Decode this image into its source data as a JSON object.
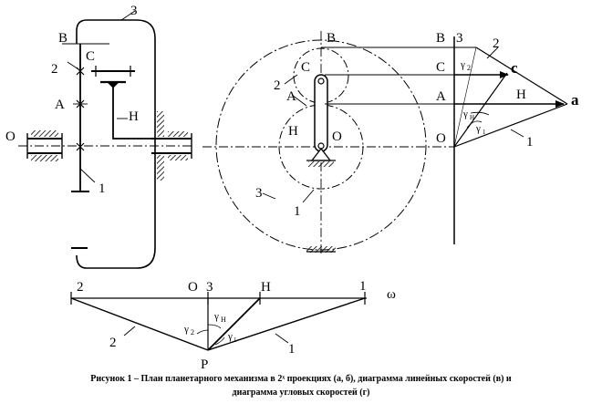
{
  "labels": {
    "a_3": "3",
    "a_B": "B",
    "a_2": "2",
    "a_C": "C",
    "a_A": "A",
    "a_H": "H",
    "a_O": "O",
    "a_1": "1",
    "b_B": "B",
    "b_C": "C",
    "b_2": "2",
    "b_A": "A",
    "b_H": "H",
    "b_O": "O",
    "b_3": "3",
    "b_1": "1",
    "v_B": "B",
    "v_3": "3",
    "v_2": "2",
    "v_c": "c",
    "v_C": "C",
    "v_gamma2": "γ",
    "v_gamma2_sub": "2",
    "v_A": "A",
    "v_H": "H",
    "v_a": "a",
    "v_O": "O",
    "v_gammaH": "γ",
    "v_gammaH_sub": "H",
    "v_gamma1": "γ",
    "v_gamma1_sub": "1",
    "v_1": "1",
    "w_2": "2",
    "w_O": "O",
    "w_3": "3",
    "w_H": "H",
    "w_1": "1",
    "w_omega": "ω",
    "w_gammaH": "γ",
    "w_gammaH_sub": "H",
    "w_gamma2": "γ",
    "w_gamma2_sub": "2",
    "w_gamma1": "γ",
    "w_gamma1_sub": "1",
    "w_P": "P",
    "w_ray2": "2",
    "w_ray1": "1"
  },
  "caption": {
    "line1": "Рисунок 1 – План планетарного механизма в 2ˣ проекциях (а, б), диаграмма линейных  скоростей (в) и",
    "line2": "диаграмма угловых  скоростей (г)"
  }
}
